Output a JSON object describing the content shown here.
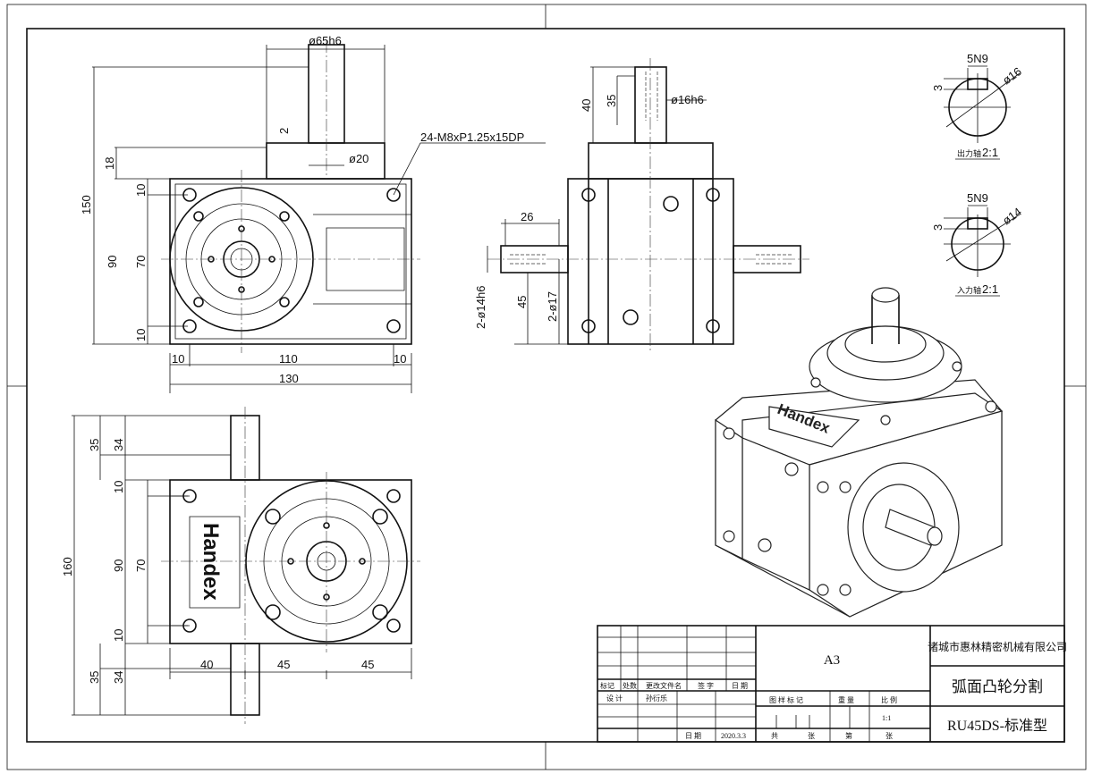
{
  "front_view": {
    "shaft_dia": "ø65h6",
    "hole_note": "24-M8xP1.25x15DP",
    "small_dia": "ø20",
    "dim_2": "2",
    "height_150": "150",
    "dim_18": "18",
    "dim_10a": "10",
    "dim_90": "90",
    "dim_70": "70",
    "dim_10b": "10",
    "width_10a": "10",
    "width_110": "110",
    "width_10b": "10",
    "width_130": "130"
  },
  "side_view": {
    "dim_40": "40",
    "dim_35": "35",
    "shaft_dia": "ø16h6",
    "dim_26": "26",
    "input_dia": "2-ø14h6",
    "dim_45": "45",
    "bearing_dia": "2-ø17"
  },
  "bottom_view": {
    "dim_35a": "35",
    "dim_34a": "34",
    "dim_10a": "10",
    "dim_160": "160",
    "dim_90": "90",
    "dim_70": "70",
    "dim_10b": "10",
    "dim_35b": "35",
    "dim_34b": "34",
    "w_40": "40",
    "w_45a": "45",
    "w_45b": "45",
    "brand": "Handex"
  },
  "sections": [
    {
      "key": "5N9",
      "depth": "3",
      "dia": "ø16",
      "caption": "出力轴",
      "scale": "2:1"
    },
    {
      "key": "5N9",
      "depth": "3",
      "dia": "ø14",
      "caption": "入力轴",
      "scale": "2:1"
    }
  ],
  "iso_view": {
    "brand": "Handex"
  },
  "title_block": {
    "sheet_size": "A3",
    "company": "诸城市惠林精密机械有限公司",
    "title": "弧面凸轮分割",
    "model": "RU45DS-标准型",
    "h_mark": "标记",
    "h_count": "处数",
    "h_doc": "更改文件名",
    "h_sign": "签 字",
    "h_date": "日 期",
    "design_label": "设 计",
    "designer": "孙衍乐",
    "sample_mark": "图 样 标 记",
    "weight": "重 量",
    "scale_label": "比 例",
    "scale": "1:1",
    "date_label": "日 期",
    "date": "2020.3.3",
    "total": "共",
    "sheets": "张",
    "nth": "第",
    "sheet": "张"
  }
}
